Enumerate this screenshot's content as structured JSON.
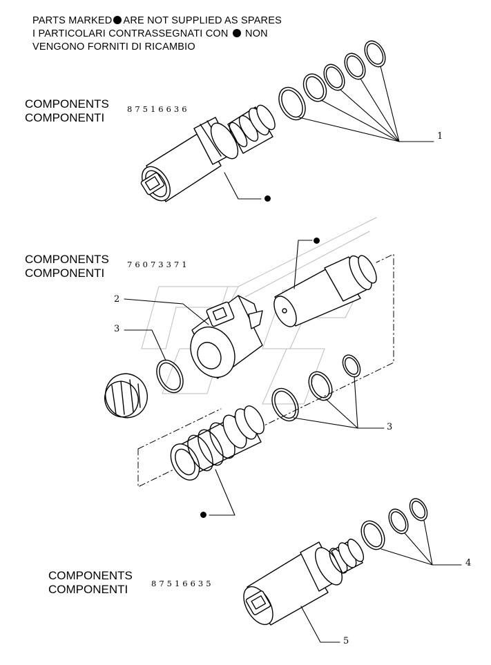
{
  "notice": {
    "line1_before": "PARTS MARKED",
    "line1_after": "ARE NOT SUPPLIED AS SPARES",
    "line2_before": "I  PARTICOLARI  CONTRASSEGNATI  CON",
    "line2_after": "NON",
    "line3": "VENGONO FORNITI DI RICAMBIO"
  },
  "groups": [
    {
      "title_en": "COMPONENTS",
      "title_it": "COMPONENTI",
      "code": "87516636"
    },
    {
      "title_en": "COMPONENTS",
      "title_it": "COMPONENTI",
      "code": "76073371"
    },
    {
      "title_en": "COMPONENTS",
      "title_it": "COMPONENTI",
      "code": "87516635"
    }
  ],
  "callouts": {
    "c1": "1",
    "c2": "2",
    "c3a": "3",
    "c3b": "3",
    "c4": "4",
    "c5": "5"
  },
  "icons": {
    "not_supplied_marker": "filled-circle"
  }
}
